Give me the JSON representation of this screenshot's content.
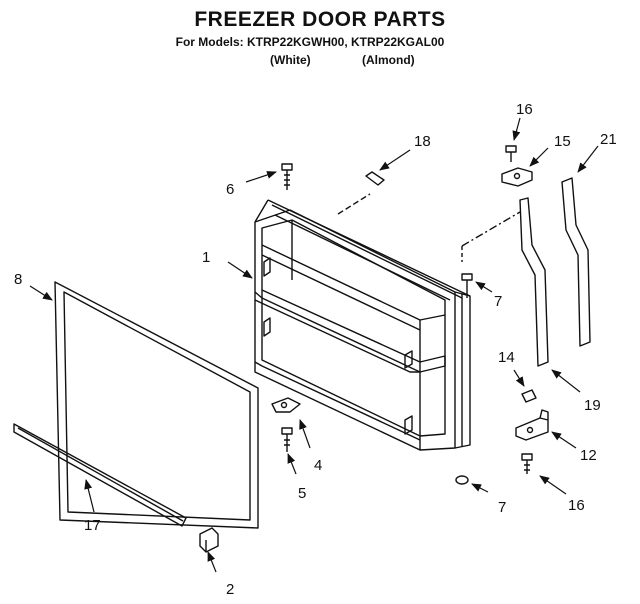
{
  "header": {
    "title": "FREEZER DOOR PARTS",
    "models_line": "For Models: KTRP22KGWH00, KTRP22KGAL00",
    "color_white": "(White)",
    "color_almond": "(Almond)"
  },
  "callouts": {
    "c1": "1",
    "c2": "2",
    "c4": "4",
    "c5": "5",
    "c6": "6",
    "c7a": "7",
    "c7b": "7",
    "c8": "8",
    "c12": "12",
    "c14": "14",
    "c15": "15",
    "c16a": "16",
    "c16b": "16",
    "c17": "17",
    "c18": "18",
    "c19": "19",
    "c21": "21"
  }
}
